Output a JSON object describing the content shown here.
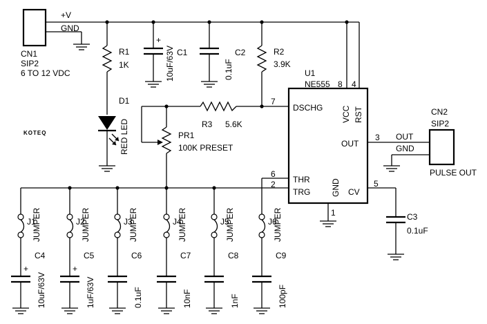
{
  "labels": {
    "plus_v": "+V",
    "gnd_in": "GND",
    "cn1_name": "CN1",
    "cn1_type": "SIP2",
    "cn1_supply": "6 TO 12 VDC",
    "r1_name": "R1",
    "r1_value": "1K",
    "d1_name": "D1",
    "d1_value": "RED LED",
    "c1_name": "C1",
    "c1_value": "10uF/63V",
    "c2_name": "C2",
    "c2_value": "0.1uF",
    "r2_name": "R2",
    "r2_value": "3.9K",
    "u1_name": "U1",
    "u1_value": "NE555",
    "r3_name": "R3",
    "r3_value": "5.6K",
    "pr1_name": "PR1",
    "pr1_value": "100K PRESET",
    "logo": "KOTEQ",
    "pin_8": "8",
    "pin_4": "4",
    "pin_7": "7",
    "pin_3": "3",
    "pin_6": "6",
    "pin_2": "2",
    "pin_1": "1",
    "pin_5": "5",
    "ic_dschg": "DSCHG",
    "ic_vcc": "VCC",
    "ic_rst": "RST",
    "ic_out": "OUT",
    "ic_thr": "THR",
    "ic_trg": "TRG",
    "ic_gnd": "GND",
    "ic_cv": "CV",
    "cn2_name": "CN2",
    "cn2_type": "SIP2",
    "out_label": "OUT",
    "gnd_out": "GND",
    "pulse_out": "PULSE OUT",
    "c3_name": "C3",
    "c3_value": "0.1uF",
    "plus_mark": "+"
  },
  "jumpers": [
    {
      "name": "J1",
      "label": "JUMPER"
    },
    {
      "name": "J2",
      "label": "JUMPER"
    },
    {
      "name": "J3",
      "label": "JUMPER"
    },
    {
      "name": "J4",
      "label": "JUMPER"
    },
    {
      "name": "J5",
      "label": "JUMPER"
    },
    {
      "name": "J6",
      "label": "JUMPER"
    }
  ],
  "timing_caps": [
    {
      "name": "C4",
      "value": "10uF/63V",
      "polarized": true
    },
    {
      "name": "C5",
      "value": "1uF/63V",
      "polarized": true
    },
    {
      "name": "C6",
      "value": "0.1uF",
      "polarized": false
    },
    {
      "name": "C7",
      "value": "10nF",
      "polarized": false
    },
    {
      "name": "C8",
      "value": "1nF",
      "polarized": false
    },
    {
      "name": "C9",
      "value": "100pF",
      "polarized": false
    }
  ]
}
